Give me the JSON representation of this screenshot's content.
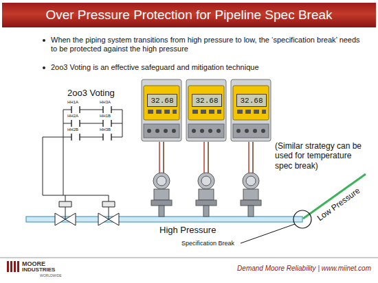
{
  "diagram": {
    "title": "Over Pressure Protection for Pipeline Spec Break",
    "nodes": [
      {
        "text": [
          "32.68"
        ]
      },
      {
        "text": [
          "32.68"
        ]
      },
      {
        "text": [
          "32.68"
        ]
      }
    ],
    "labels": [
      "When the piping system transitions from high pressure to low, the ‘specification break’ needs to be protected against the high pressure",
      "2oo3 Voting is an effective safeguard and mitigation technique",
      "2oo3 Voting",
      "HH1A",
      "HH3A",
      "HH2A",
      "HH1B",
      "HH2B",
      "HH3B",
      "(Similar strategy can be used for temperature spec break)",
      "High Pressure",
      "Low Pressure",
      "Specification Break",
      "MOORE",
      "INDUSTRIES",
      "WORLDWIDE",
      "Demand Moore Reliability  |  www.miinet.com"
    ]
  }
}
